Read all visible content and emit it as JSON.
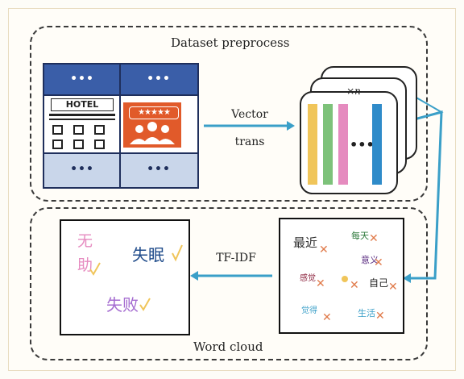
{
  "top_section": {
    "title": "Dataset preprocess",
    "hotel_sign": "HOTEL",
    "dots": "•••",
    "rating_stars": "★★★★★",
    "arrow_label_line1": "Vector",
    "arrow_label_line2": "trans",
    "stack_multiplier": "×n",
    "layer_dots": "•••"
  },
  "bottom_section": {
    "title": "Word cloud",
    "arrow_label": "TF-IDF",
    "cloud_words": [
      "无",
      "助",
      "失眠",
      "失败"
    ],
    "raw_words": [
      "最近",
      "每天",
      "意义",
      "感觉",
      "自己",
      "觉得",
      "生活",
      "✕"
    ]
  },
  "colors": {
    "layer1": "#f0c55a",
    "layer2": "#7dc27a",
    "layer3": "#e58bbf",
    "layer4": "#2f8bc9",
    "arrow": "#3a9fc8",
    "hotel_top": "#3a5ea8",
    "hotel_bottom": "#c9d6ea",
    "people_bg": "#e15a2a"
  },
  "icons": [
    "hotel-icon",
    "review-people-icon",
    "arrow-right-icon",
    "arrow-left-icon",
    "cross-mark-icon"
  ]
}
